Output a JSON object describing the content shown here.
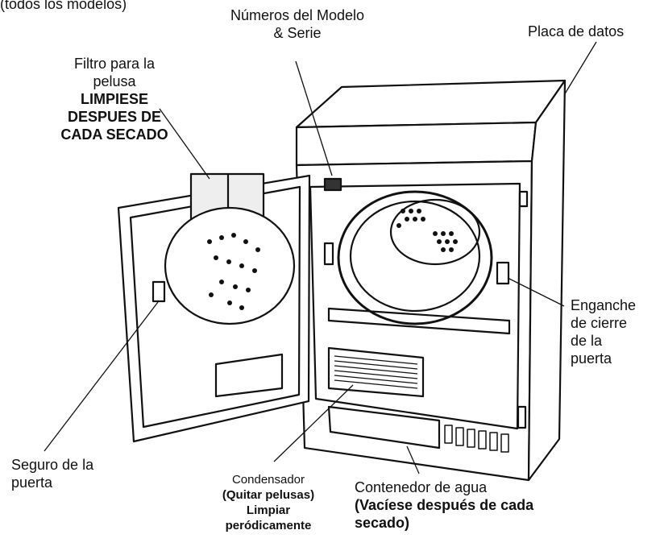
{
  "top_fragment": "(todos los modelos)",
  "labels": {
    "model_serial": {
      "line1": "Números del Modelo",
      "line2": "& Serie"
    },
    "data_plate": "Placa de datos",
    "lint_filter": {
      "line1": "Filtro para la",
      "line2": "pelusa",
      "line3": "LIMPIESE",
      "line4": "DESPUES DE",
      "line5": "CADA SECADO"
    },
    "door_catch": {
      "line1": "Enganche",
      "line2": "de cierre",
      "line3": "de la",
      "line4": "puerta"
    },
    "door_lock": {
      "line1": "Seguro de la",
      "line2": "puerta"
    },
    "condenser": {
      "line1": "Condensador",
      "line2": "(Quitar pelusas)",
      "line3": "Limpiar",
      "line4": "peródicamente"
    },
    "water_container": {
      "line1": "Contenedor de agua",
      "line2": "(Vacíese después de cada",
      "line3": "secado)"
    }
  }
}
